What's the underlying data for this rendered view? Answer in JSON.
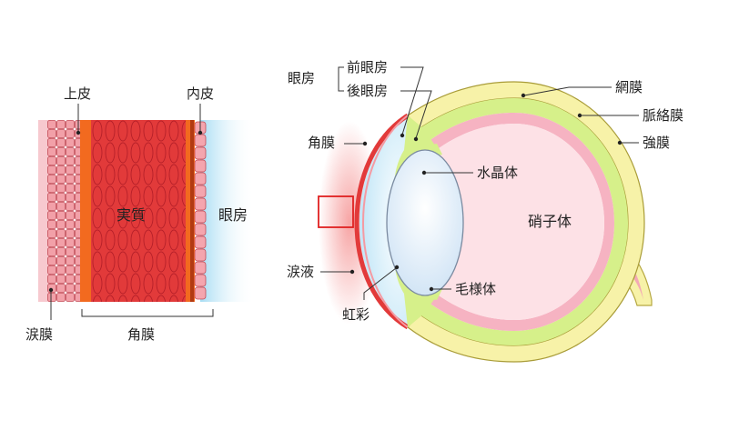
{
  "left_panel": {
    "labels": {
      "epithelium": "上皮",
      "endothelium": "内皮",
      "stroma": "実質",
      "anterior_chamber": "眼房",
      "tear_film": "涙膜",
      "cornea": "角膜"
    }
  },
  "eye_panel": {
    "labels": {
      "chamber": "眼房",
      "anterior_chamber": "前眼房",
      "posterior_chamber": "後眼房",
      "cornea": "角膜",
      "lens": "水晶体",
      "retina": "網膜",
      "choroid": "脈絡膜",
      "sclera": "強膜",
      "vitreous": "硝子体",
      "tears": "涙液",
      "ciliary_body": "毛様体",
      "iris": "虹彩"
    }
  },
  "colors": {
    "stroma_red": "#e23a3a",
    "orange_band": "#f26a1f",
    "chamber_blue": "#bfe6f7",
    "sclera_yellow": "#f7f2a8",
    "choroid_green": "#d6f08a",
    "retina_pink": "#f6b3c2",
    "vitreous_pink": "#fde1e6",
    "lens_blue": "#e4f0fb",
    "callout_red": "#e02020"
  }
}
